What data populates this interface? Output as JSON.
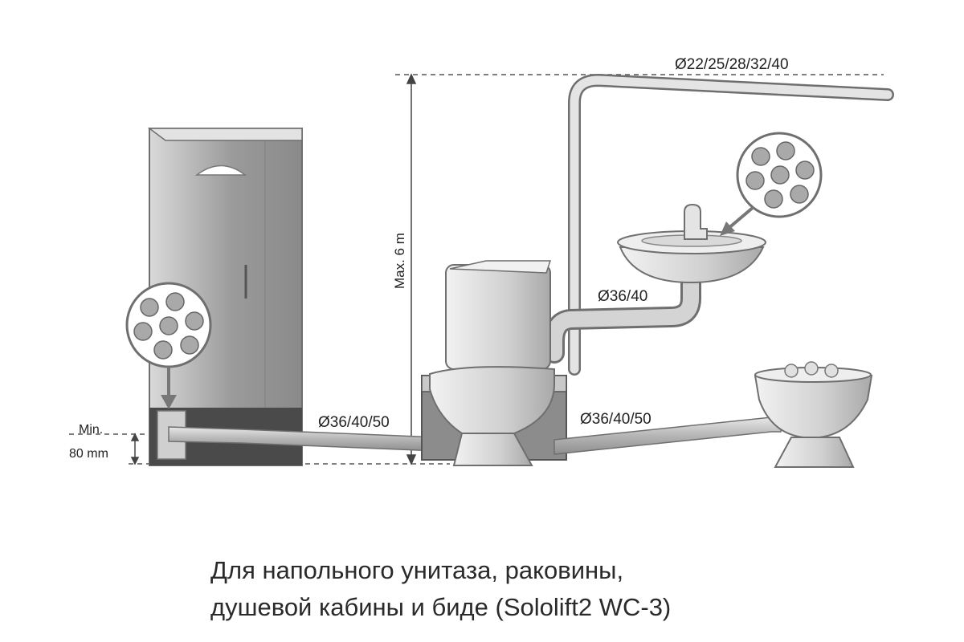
{
  "labels": {
    "pipe_top": "Ø22/25/28/32/40",
    "pipe_sink": "Ø36/40",
    "pipe_shower": "Ø36/40/50",
    "pipe_bidet": "Ø36/40/50",
    "max_height": "Max. 6 m",
    "min_height_line1": "Min.",
    "min_height_line2": "80 mm"
  },
  "caption": {
    "line1": "Для напольного унитаза, раковины,",
    "line2": "душевой кабины и биде (Sololift2 WC-3)"
  },
  "colors": {
    "pipe": "#b9b9b9",
    "fixture": "#d6d6d6",
    "outline": "#6f6f6f",
    "dashed": "#555555"
  }
}
